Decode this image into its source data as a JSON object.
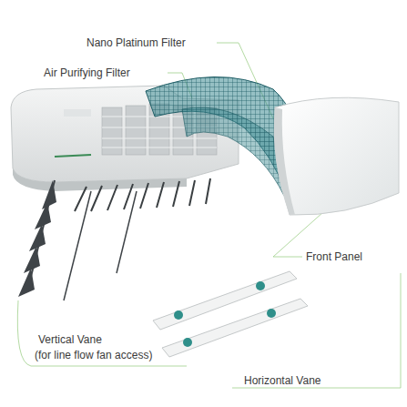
{
  "diagram": {
    "labels": [
      "Nano Platinum Filter",
      "Air Purifying Filter",
      "Front Panel",
      "Vertical Vane",
      "(for line flow fan access)",
      "Horizontal Vane"
    ]
  }
}
